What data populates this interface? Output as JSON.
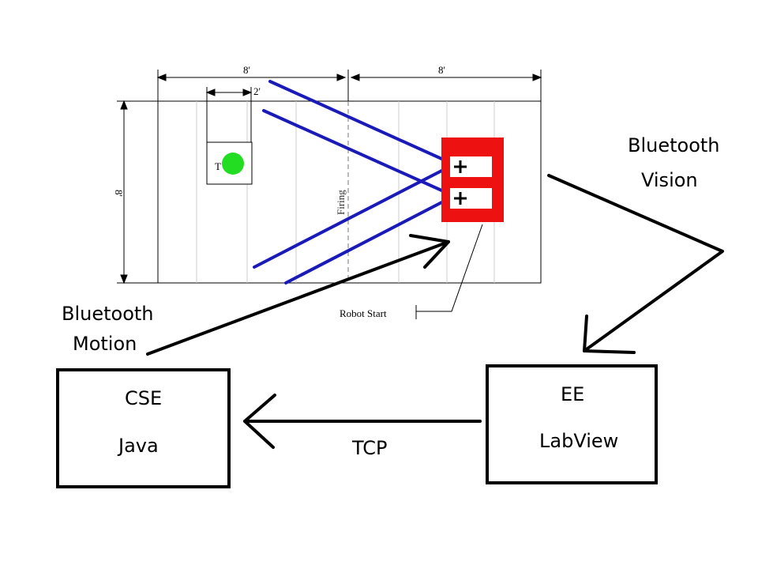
{
  "dimensions": {
    "top_left": "8'",
    "top_right": "8'",
    "inner": "2'",
    "left_side": "8'"
  },
  "field": {
    "target_label": "T",
    "firing_label": "Firing",
    "robot_start_label": "Robot Start"
  },
  "links": {
    "bluetooth_vision_line1": "Bluetooth",
    "bluetooth_vision_line2": "Vision",
    "bluetooth_motion_line1": "Bluetooth",
    "bluetooth_motion_line2": "Motion",
    "tcp": "TCP"
  },
  "boxes": {
    "cse_title": "CSE",
    "cse_sub": "Java",
    "ee_title": "EE",
    "ee_sub": "LabView"
  },
  "colors": {
    "beam": "#1a1ab8",
    "robot": "#ee1111",
    "target": "#22dd22",
    "ink": "#000000",
    "grid": "#cccccc"
  },
  "icons": {
    "robot_port": "plus-icon"
  }
}
